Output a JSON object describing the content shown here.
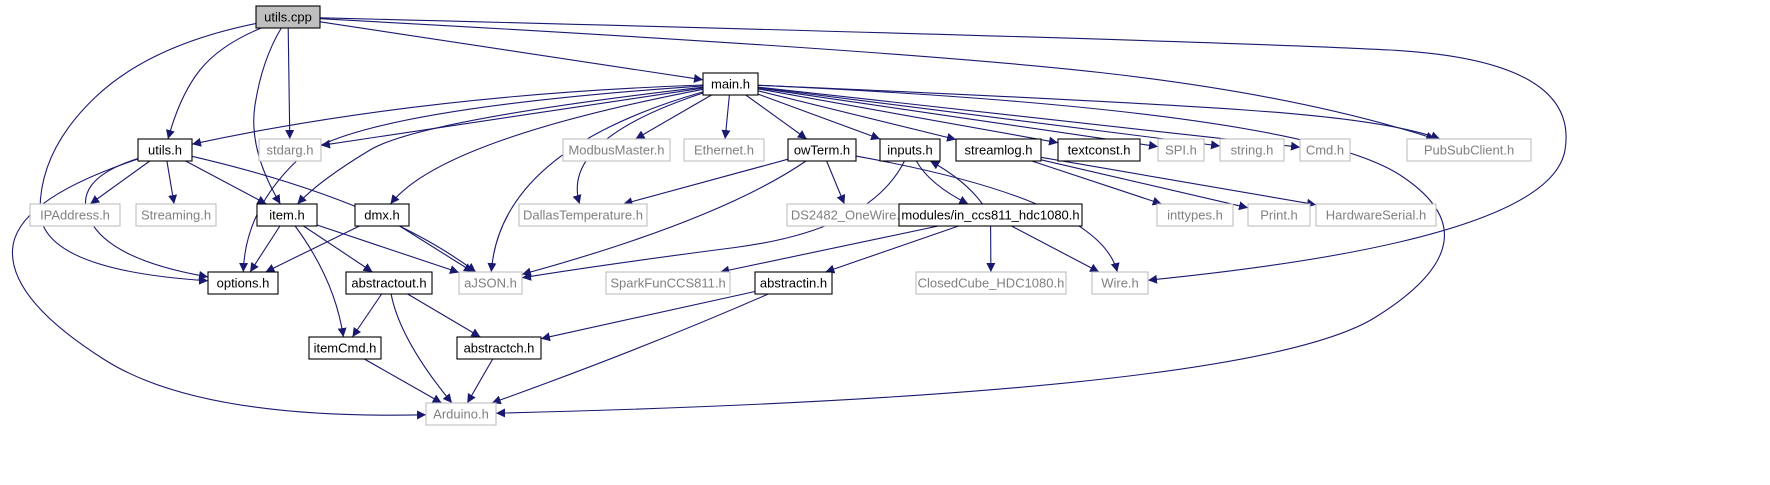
{
  "graph": {
    "colors": {
      "edge": "#191970",
      "root_fill": "#bfbfbf",
      "documented_border": "#000000",
      "external_border": "#bfbfbf",
      "external_text": "#808080",
      "text": "#000000",
      "background": "#ffffff"
    },
    "nodes": [
      {
        "id": "utils_cpp",
        "label": "utils.cpp",
        "style": "root"
      },
      {
        "id": "main_h",
        "label": "main.h",
        "style": "doc"
      },
      {
        "id": "utils_h",
        "label": "utils.h",
        "style": "doc"
      },
      {
        "id": "stdarg_h",
        "label": "stdarg.h",
        "style": "ext"
      },
      {
        "id": "modbus_h",
        "label": "ModbusMaster.h",
        "style": "ext"
      },
      {
        "id": "ethernet_h",
        "label": "Ethernet.h",
        "style": "ext"
      },
      {
        "id": "owterm_h",
        "label": "owTerm.h",
        "style": "doc"
      },
      {
        "id": "inputs_h",
        "label": "inputs.h",
        "style": "doc"
      },
      {
        "id": "streamlog_h",
        "label": "streamlog.h",
        "style": "doc"
      },
      {
        "id": "textconst_h",
        "label": "textconst.h",
        "style": "doc"
      },
      {
        "id": "spi_h",
        "label": "SPI.h",
        "style": "ext"
      },
      {
        "id": "string_h",
        "label": "string.h",
        "style": "ext"
      },
      {
        "id": "cmd_h",
        "label": "Cmd.h",
        "style": "ext"
      },
      {
        "id": "pubsub_h",
        "label": "PubSubClient.h",
        "style": "ext"
      },
      {
        "id": "ipaddress_h",
        "label": "IPAddress.h",
        "style": "ext"
      },
      {
        "id": "streaming_h",
        "label": "Streaming.h",
        "style": "ext"
      },
      {
        "id": "item_h",
        "label": "item.h",
        "style": "doc"
      },
      {
        "id": "dmx_h",
        "label": "dmx.h",
        "style": "doc"
      },
      {
        "id": "dallas_h",
        "label": "DallasTemperature.h",
        "style": "ext"
      },
      {
        "id": "ds2482_h",
        "label": "DS2482_OneWire.h",
        "style": "ext"
      },
      {
        "id": "ccs811_h",
        "label": "modules/in_ccs811_hdc1080.h",
        "style": "doc"
      },
      {
        "id": "inttypes_h",
        "label": "inttypes.h",
        "style": "ext"
      },
      {
        "id": "print_h",
        "label": "Print.h",
        "style": "ext"
      },
      {
        "id": "hwserial_h",
        "label": "HardwareSerial.h",
        "style": "ext"
      },
      {
        "id": "options_h",
        "label": "options.h",
        "style": "doc"
      },
      {
        "id": "ajson_h",
        "label": "aJSON.h",
        "style": "ext"
      },
      {
        "id": "sparkfun_h",
        "label": "SparkFunCCS811.h",
        "style": "ext"
      },
      {
        "id": "closedcube_h",
        "label": "ClosedCube_HDC1080.h",
        "style": "ext"
      },
      {
        "id": "wire_h",
        "label": "Wire.h",
        "style": "ext"
      },
      {
        "id": "abstractout_h",
        "label": "abstractout.h",
        "style": "doc"
      },
      {
        "id": "abstractin_h",
        "label": "abstractin.h",
        "style": "doc"
      },
      {
        "id": "itemcmd_h",
        "label": "itemCmd.h",
        "style": "doc"
      },
      {
        "id": "abstractch_h",
        "label": "abstractch.h",
        "style": "doc"
      },
      {
        "id": "arduino_h",
        "label": "Arduino.h",
        "style": "ext"
      }
    ],
    "edges": [
      [
        "utils_cpp",
        "main_h"
      ],
      [
        "utils_cpp",
        "utils_h"
      ],
      [
        "utils_cpp",
        "stdarg_h"
      ],
      [
        "utils_cpp",
        "item_h"
      ],
      [
        "utils_cpp",
        "options_h"
      ],
      [
        "utils_cpp",
        "pubsub_h"
      ],
      [
        "utils_cpp",
        "wire_h"
      ],
      [
        "main_h",
        "utils_h"
      ],
      [
        "main_h",
        "stdarg_h"
      ],
      [
        "main_h",
        "modbus_h"
      ],
      [
        "main_h",
        "ethernet_h"
      ],
      [
        "main_h",
        "owterm_h"
      ],
      [
        "main_h",
        "inputs_h"
      ],
      [
        "main_h",
        "streamlog_h"
      ],
      [
        "main_h",
        "textconst_h"
      ],
      [
        "main_h",
        "spi_h"
      ],
      [
        "main_h",
        "string_h"
      ],
      [
        "main_h",
        "cmd_h"
      ],
      [
        "main_h",
        "pubsub_h"
      ],
      [
        "main_h",
        "item_h"
      ],
      [
        "main_h",
        "dmx_h"
      ],
      [
        "main_h",
        "dallas_h"
      ],
      [
        "main_h",
        "options_h"
      ],
      [
        "main_h",
        "ajson_h"
      ],
      [
        "main_h",
        "arduino_h"
      ],
      [
        "utils_h",
        "ipaddress_h"
      ],
      [
        "utils_h",
        "streaming_h"
      ],
      [
        "utils_h",
        "item_h"
      ],
      [
        "utils_h",
        "options_h"
      ],
      [
        "utils_h",
        "ajson_h"
      ],
      [
        "utils_h",
        "arduino_h"
      ],
      [
        "owterm_h",
        "dallas_h"
      ],
      [
        "owterm_h",
        "ds2482_h"
      ],
      [
        "owterm_h",
        "ajson_h"
      ],
      [
        "owterm_h",
        "wire_h"
      ],
      [
        "inputs_h",
        "ccs811_h"
      ],
      [
        "inputs_h",
        "ajson_h"
      ],
      [
        "ccs811_h",
        "inputs_h"
      ],
      [
        "ccs811_h",
        "sparkfun_h"
      ],
      [
        "ccs811_h",
        "closedcube_h"
      ],
      [
        "ccs811_h",
        "wire_h"
      ],
      [
        "ccs811_h",
        "abstractin_h"
      ],
      [
        "streamlog_h",
        "inttypes_h"
      ],
      [
        "streamlog_h",
        "print_h"
      ],
      [
        "streamlog_h",
        "hwserial_h"
      ],
      [
        "item_h",
        "options_h"
      ],
      [
        "item_h",
        "ajson_h"
      ],
      [
        "item_h",
        "abstractout_h"
      ],
      [
        "item_h",
        "itemcmd_h"
      ],
      [
        "dmx_h",
        "options_h"
      ],
      [
        "dmx_h",
        "ajson_h"
      ],
      [
        "abstractout_h",
        "itemcmd_h"
      ],
      [
        "abstractout_h",
        "abstractch_h"
      ],
      [
        "abstractout_h",
        "arduino_h"
      ],
      [
        "abstractin_h",
        "abstractch_h"
      ],
      [
        "abstractin_h",
        "arduino_h"
      ],
      [
        "itemcmd_h",
        "arduino_h"
      ],
      [
        "abstractch_h",
        "arduino_h"
      ]
    ]
  }
}
